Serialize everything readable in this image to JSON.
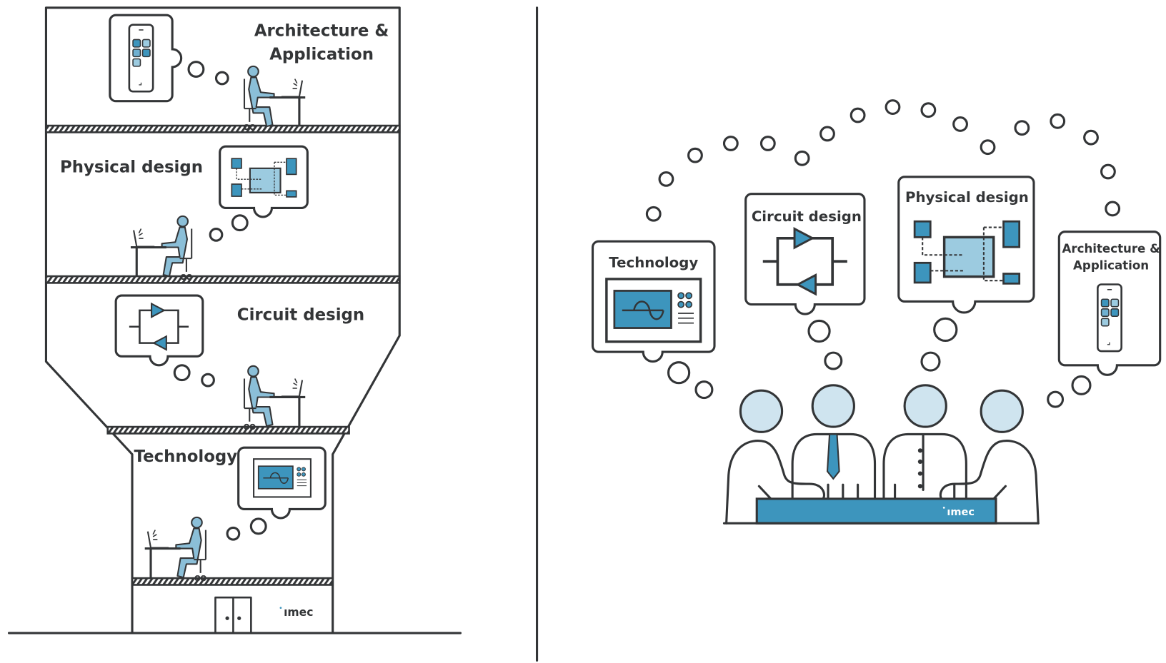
{
  "left_panel": {
    "floors": [
      {
        "label_line1": "Architecture &",
        "label_line2": "Application",
        "icon": "smartphone-apps-icon"
      },
      {
        "label": "Physical design",
        "icon": "chip-layout-icon"
      },
      {
        "label": "Circuit design",
        "icon": "circuit-loop-icon"
      },
      {
        "label": "Technology",
        "icon": "oscilloscope-icon"
      }
    ],
    "logo": "ımec"
  },
  "right_panel": {
    "bubbles": [
      {
        "label": "Technology",
        "icon": "oscilloscope-icon"
      },
      {
        "label": "Circuit design",
        "icon": "circuit-loop-icon"
      },
      {
        "label": "Physical design",
        "icon": "chip-layout-icon"
      },
      {
        "label_line1": "Architecture &",
        "label_line2": "Application",
        "icon": "smartphone-apps-icon"
      }
    ],
    "logo": "ımec"
  },
  "colors": {
    "stroke": "#333537",
    "accent_blue": "#3d95bd",
    "light_blue": "#9ccbe0",
    "head_blue": "#cfe4ef",
    "person_blue": "#8bbfd8"
  }
}
